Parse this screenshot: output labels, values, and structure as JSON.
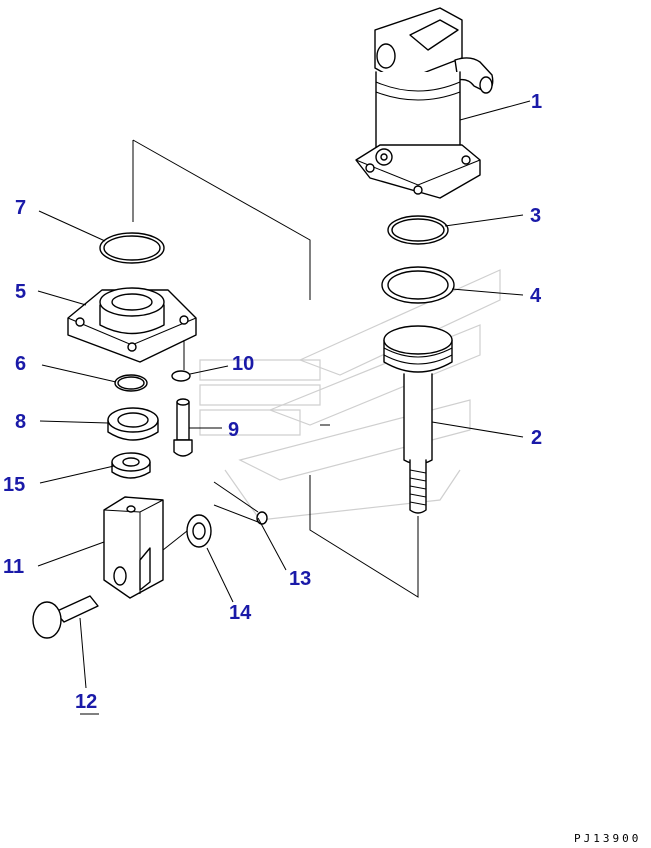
{
  "diagram": {
    "drawing_code": "PJ13900",
    "accent_color": "#1a1aa8",
    "callouts": [
      {
        "id": "1",
        "label": "1"
      },
      {
        "id": "2",
        "label": "2"
      },
      {
        "id": "3",
        "label": "3"
      },
      {
        "id": "4",
        "label": "4"
      },
      {
        "id": "5",
        "label": "5"
      },
      {
        "id": "6",
        "label": "6"
      },
      {
        "id": "7",
        "label": "7"
      },
      {
        "id": "8",
        "label": "8"
      },
      {
        "id": "9",
        "label": "9"
      },
      {
        "id": "10",
        "label": "10"
      },
      {
        "id": "11",
        "label": "11"
      },
      {
        "id": "12",
        "label": "12"
      },
      {
        "id": "13",
        "label": "13"
      },
      {
        "id": "14",
        "label": "14"
      },
      {
        "id": "15",
        "label": "15"
      }
    ]
  }
}
